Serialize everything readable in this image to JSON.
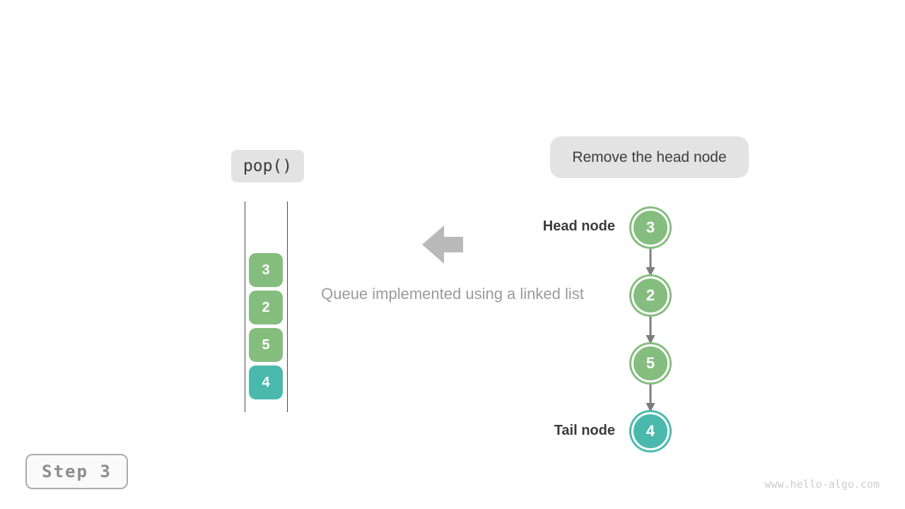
{
  "operation": {
    "label": "pop()"
  },
  "callout": {
    "text": "Remove the head node"
  },
  "caption": {
    "text": "Queue implemented using a linked list"
  },
  "step": {
    "label": "Step 3"
  },
  "watermark": {
    "text": "www.hello-algo.com"
  },
  "queue": {
    "items": [
      {
        "value": "3",
        "color": "#85bd7f"
      },
      {
        "value": "2",
        "color": "#85bd7f"
      },
      {
        "value": "5",
        "color": "#85bd7f"
      },
      {
        "value": "4",
        "color": "#4ab9ad"
      }
    ]
  },
  "linked_list": {
    "head_label": "Head node",
    "tail_label": "Tail node",
    "nodes": [
      {
        "value": "3",
        "color": "#85bd7f"
      },
      {
        "value": "2",
        "color": "#85bd7f"
      },
      {
        "value": "5",
        "color": "#85bd7f"
      },
      {
        "value": "4",
        "color": "#4ab9ad"
      }
    ]
  },
  "colors": {
    "badge_bg": "#e3e3e3",
    "text_dark": "#3b3b3b",
    "caption_gray": "#9b9b9b",
    "node_green": "#85bd7f",
    "node_teal": "#4ab9ad",
    "arrow_gray": "#7d7d7d",
    "block_arrow_gray": "#b9b9b9",
    "rail_gray": "#4a4a4a",
    "step_text": "#8d8d8d",
    "watermark_gray": "#cdcdcd"
  }
}
